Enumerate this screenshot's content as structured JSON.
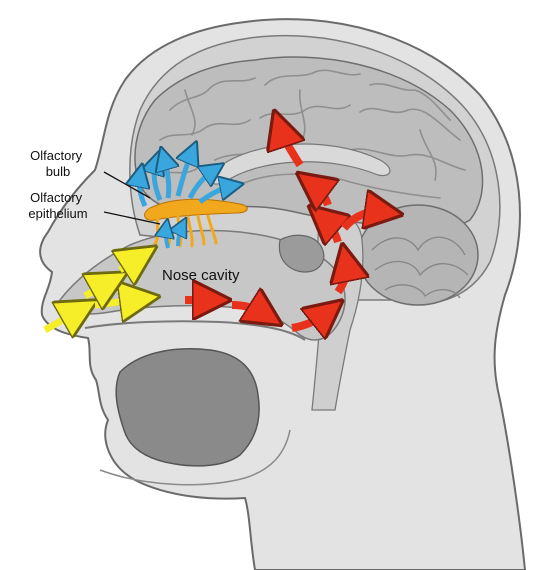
{
  "labels": {
    "olfactory_bulb": [
      "Olfactory",
      "bulb"
    ],
    "olfactory_epithelium": [
      "Olfactory",
      "epithelium"
    ],
    "nose_cavity": "Nose cavity"
  },
  "colors": {
    "background": "#ffffff",
    "head_fill": "#e3e3e3",
    "head_outline": "#6a6a6a",
    "skull_fill": "#d2d2d2",
    "brain_fill": "#bdbdbd",
    "brain_fold": "#8f8f8f",
    "airway_fill": "#c7c7c7",
    "dark_cavity": "#8a8a8a",
    "bulb_orange": "#f2a81d",
    "airflow_yellow": "#f7ee2a",
    "airflow_red": "#e8321c",
    "signal_blue": "#3aa6de"
  },
  "arrow_groups": {
    "inhaled_air": "airflow_yellow",
    "nasal_to_brain": "airflow_red",
    "olfactory_signal": "signal_blue"
  }
}
